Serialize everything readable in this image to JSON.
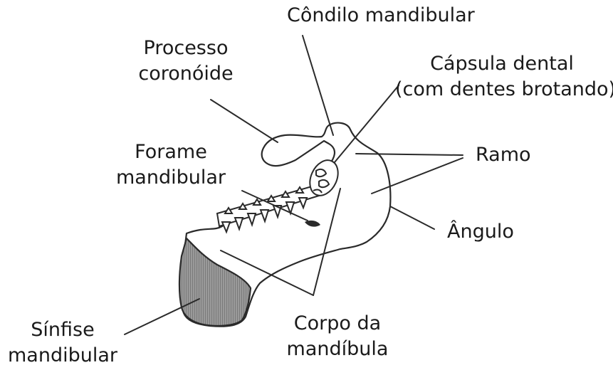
{
  "labels": {
    "condilo": "Côndilo mandibular",
    "processo": [
      "Processo",
      "coronóide"
    ],
    "capsula": [
      "Cápsula dental",
      "(com dentes brotando)"
    ],
    "forame": [
      "Forame",
      "mandibular"
    ],
    "ramo": "Ramo",
    "angulo": "Ângulo",
    "sinfise": [
      "Sínfise",
      "mandibular"
    ],
    "corpo": [
      "Corpo da",
      "mandíbula"
    ]
  },
  "colors": {
    "line": "#2a2a2a",
    "symphysis_fill": "#8c8c8c",
    "text": "#1a1a1a"
  }
}
